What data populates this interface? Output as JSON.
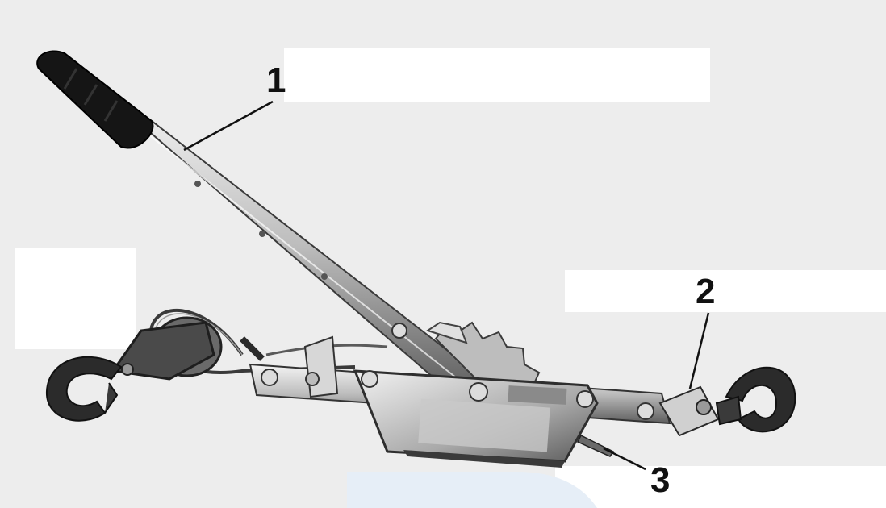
{
  "callouts": [
    {
      "id": "1",
      "text": "1"
    },
    {
      "id": "2",
      "text": "2"
    },
    {
      "id": "3",
      "text": "3"
    }
  ],
  "colors": {
    "background": "#ededed",
    "label_box": "#ffffff",
    "accent_shape": "#e6eef7",
    "metal_light": "#dcdcdc",
    "metal_dark": "#4a4a4a",
    "grip": "#151515",
    "hook": "#2b2b2b"
  }
}
